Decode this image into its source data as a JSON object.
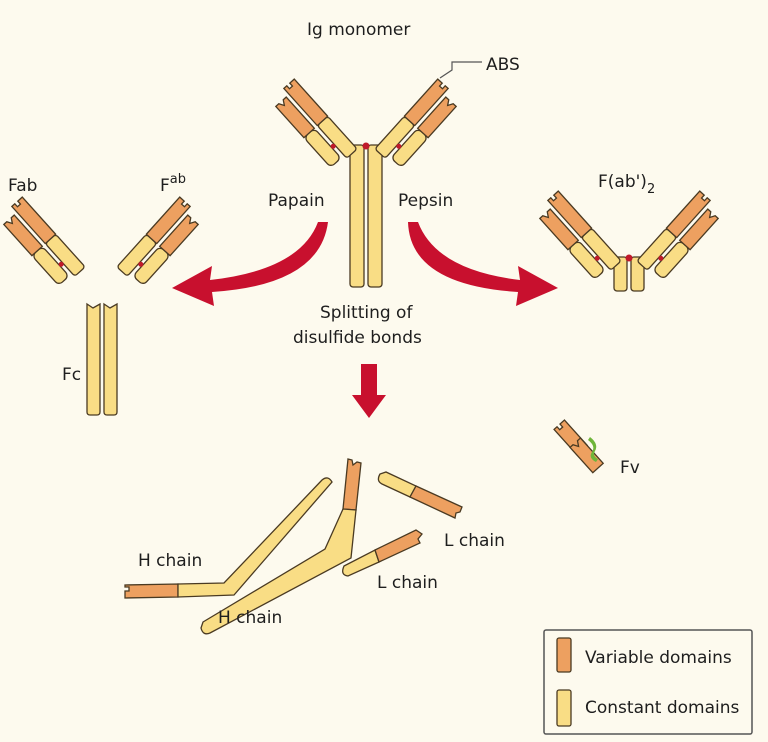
{
  "title": "Ig monomer",
  "labels": {
    "abs": "ABS",
    "papain": "Papain",
    "pepsin": "Pepsin",
    "fab_left": "Fab",
    "fab_right_base": "F",
    "fab_right_sup": "ab",
    "fc": "Fc",
    "fab2_base": "F(ab')",
    "fab2_sub": "2",
    "splitting_line1": "Splitting of",
    "splitting_line2": "disulfide bonds",
    "fv": "Fv",
    "h_chain_1": "H chain",
    "h_chain_2": "H chain",
    "l_chain_1": "L chain",
    "l_chain_2": "L chain"
  },
  "legend": {
    "items": [
      {
        "label": "Variable domains",
        "color": "#eda060"
      },
      {
        "label": "Constant domains",
        "color": "#f9dd85"
      }
    ]
  },
  "colors": {
    "variable": "#eda060",
    "constant": "#f9dd85",
    "disulfide": "#c01a2a",
    "arrow": "#c8102e",
    "background": "#fdfaee"
  }
}
